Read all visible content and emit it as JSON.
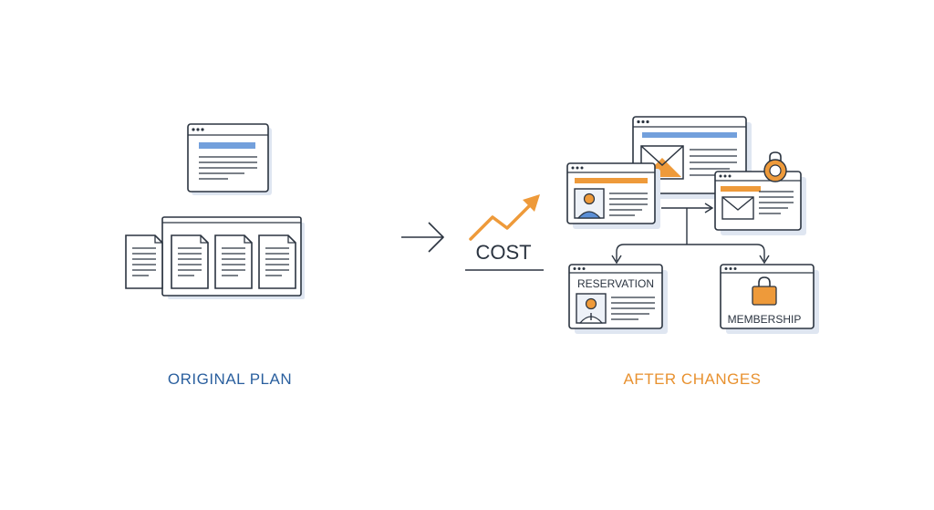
{
  "labels": {
    "cost": "COST",
    "reservation": "RESERVATION",
    "membership": "MEMBERSHIP",
    "original_plan": "ORIGINAL PLAN",
    "after_changes": "AFTER CHANGES"
  },
  "colors": {
    "outline": "#2b3440",
    "blue_accent": "#5b8fd6",
    "dark_blue_text": "#2a5f9e",
    "orange_accent": "#ee9a3a",
    "orange_text": "#e8912f",
    "window_fill": "#ffffff",
    "titlebar_fill": "#eef2f8",
    "shadow_fill": "#dfe6f1"
  },
  "icons": {
    "arrow": "right-arrow-icon",
    "trend": "trend-up-icon",
    "envelope": "envelope-icon",
    "user": "user-avatar-icon",
    "lock": "padlock-icon"
  }
}
